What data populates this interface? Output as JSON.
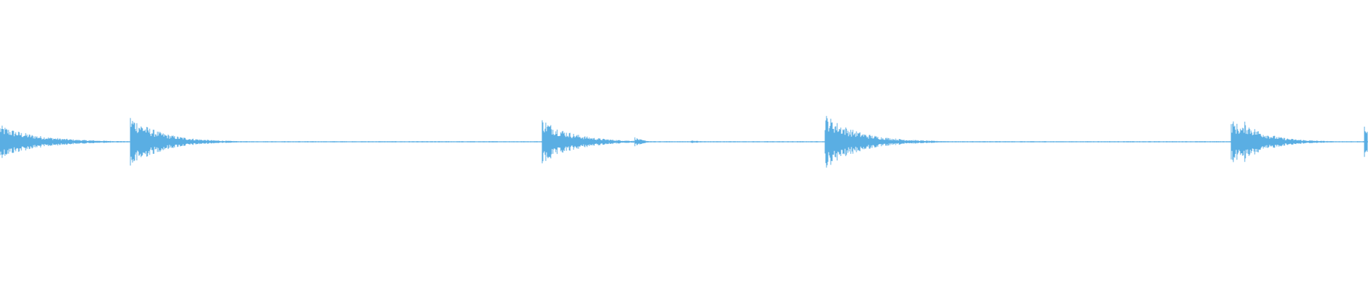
{
  "waveform": {
    "color": "#5aaee3",
    "background": "#ffffff",
    "onsets": [
      {
        "t": 0.0,
        "amp": 0.12,
        "decay": 0.028
      },
      {
        "t": 0.095,
        "amp": 0.19,
        "decay": 0.022
      },
      {
        "t": 0.113,
        "amp": 0.07,
        "decay": 0.012
      },
      {
        "t": 0.396,
        "amp": 0.17,
        "decay": 0.022
      },
      {
        "t": 0.464,
        "amp": 0.035,
        "decay": 0.006
      },
      {
        "t": 0.505,
        "amp": 0.012,
        "decay": 0.008
      },
      {
        "t": 0.603,
        "amp": 0.2,
        "decay": 0.024
      },
      {
        "t": 0.9,
        "amp": 0.16,
        "decay": 0.02
      },
      {
        "t": 0.909,
        "amp": 0.15,
        "decay": 0.018
      },
      {
        "t": 0.927,
        "amp": 0.05,
        "decay": 0.02
      },
      {
        "t": 0.997,
        "amp": 0.14,
        "decay": 0.01
      }
    ]
  }
}
